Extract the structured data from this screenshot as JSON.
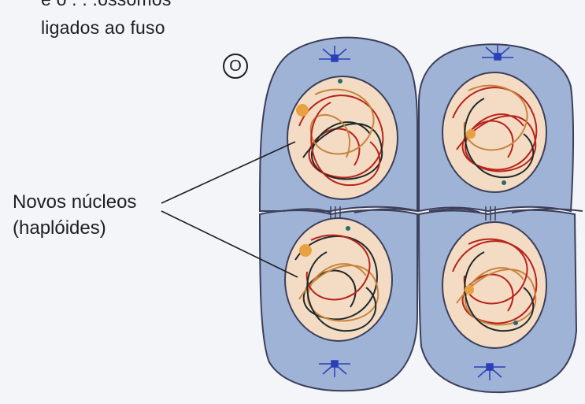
{
  "labels": {
    "partial_top": "e o . . .ossomos",
    "attached_to_spindle": "ligados ao fuso",
    "stage_letter": "O",
    "new_nuclei_line1": "Novos núcleos",
    "new_nuclei_line2": "(haplóides)"
  },
  "colors": {
    "cell_fill": "#9fb3d6",
    "cell_stroke": "#3c3f5a",
    "nucleus_fill": "#f4dcc4",
    "chromatin_red": "#b8231b",
    "chromatin_dark": "#1f2a2a",
    "chromatin_tan": "#c8843e",
    "nucleolus": "#e8a040",
    "centriole": "#2a3fb8"
  }
}
